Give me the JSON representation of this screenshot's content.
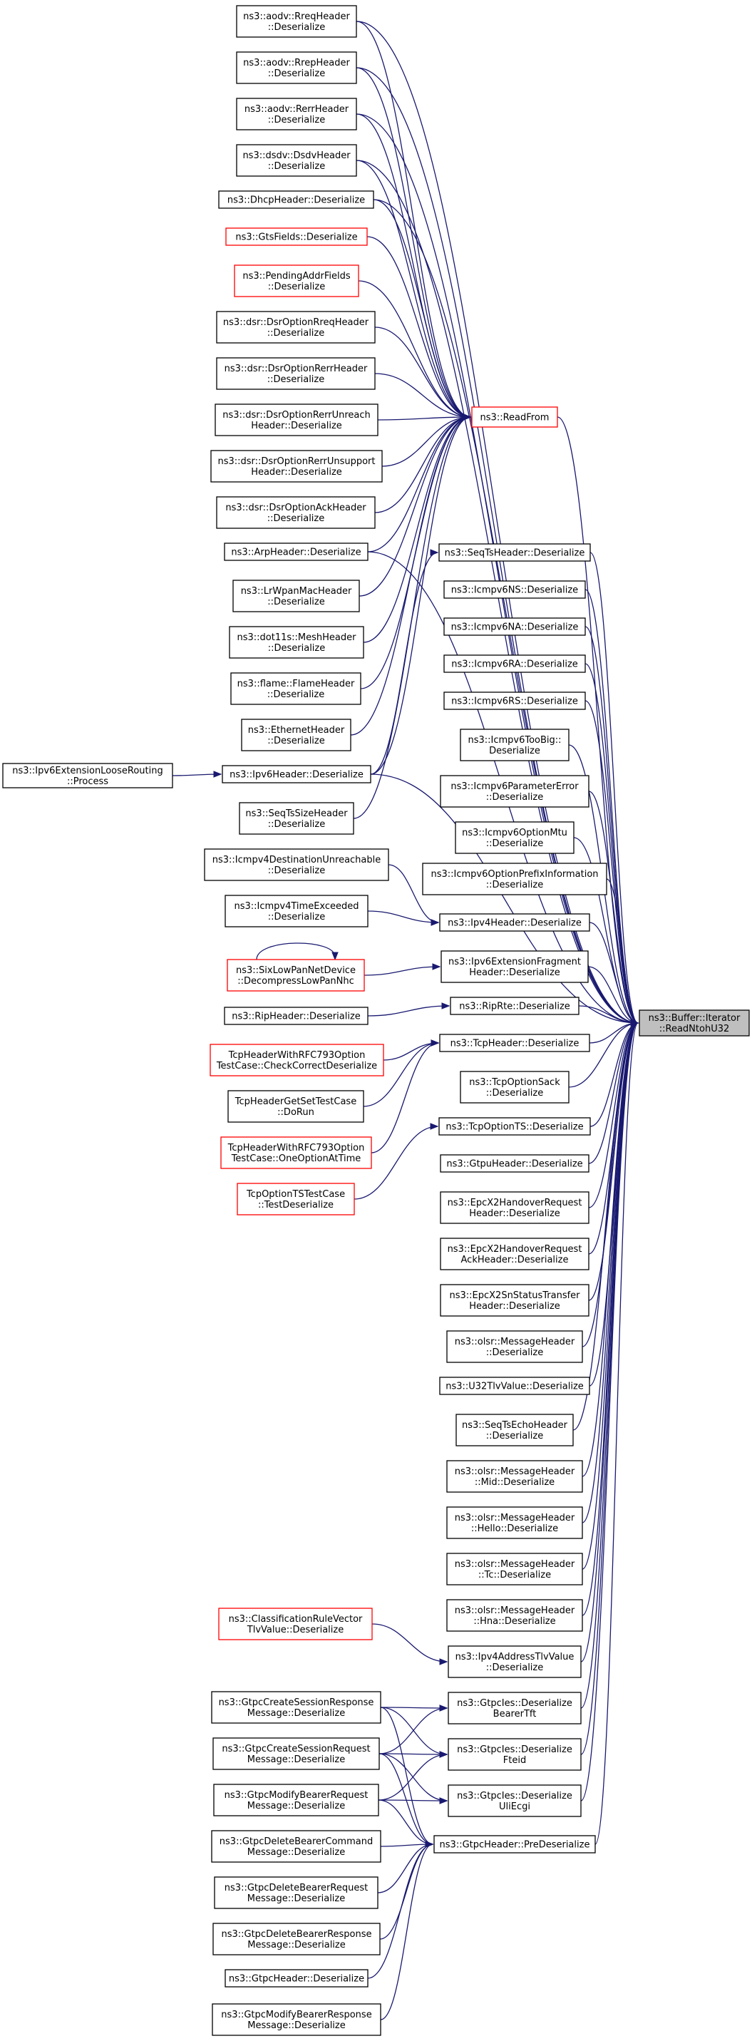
{
  "diagram": {
    "type": "call-graph",
    "colors": {
      "edge": "#191970",
      "normal_border": "#000000",
      "highlight_border": "#ff0000",
      "focus_fill": "#bfbfbf"
    },
    "nodes": [
      {
        "id": "n1",
        "lines": [
          "ns3::aodv::RreqHeader",
          "::Deserialize"
        ],
        "style": "normal"
      },
      {
        "id": "n2",
        "lines": [
          "ns3::aodv::RrepHeader",
          "::Deserialize"
        ],
        "style": "normal"
      },
      {
        "id": "n3",
        "lines": [
          "ns3::aodv::RerrHeader",
          "::Deserialize"
        ],
        "style": "normal"
      },
      {
        "id": "n4",
        "lines": [
          "ns3::dsdv::DsdvHeader",
          "::Deserialize"
        ],
        "style": "normal"
      },
      {
        "id": "n5",
        "lines": [
          "ns3::DhcpHeader::Deserialize"
        ],
        "style": "normal"
      },
      {
        "id": "n6",
        "lines": [
          "ns3::GtsFields::Deserialize"
        ],
        "style": "red"
      },
      {
        "id": "n7",
        "lines": [
          "ns3::PendingAddrFields",
          "::Deserialize"
        ],
        "style": "red"
      },
      {
        "id": "n8",
        "lines": [
          "ns3::dsr::DsrOptionRreqHeader",
          "::Deserialize"
        ],
        "style": "normal"
      },
      {
        "id": "n9",
        "lines": [
          "ns3::dsr::DsrOptionRerrHeader",
          "::Deserialize"
        ],
        "style": "normal"
      },
      {
        "id": "n10",
        "lines": [
          "ns3::dsr::DsrOptionRerrUnreach",
          "Header::Deserialize"
        ],
        "style": "normal"
      },
      {
        "id": "n11",
        "lines": [
          "ns3::dsr::DsrOptionRerrUnsupport",
          "Header::Deserialize"
        ],
        "style": "normal"
      },
      {
        "id": "n12",
        "lines": [
          "ns3::dsr::DsrOptionAckHeader",
          "::Deserialize"
        ],
        "style": "normal"
      },
      {
        "id": "n13",
        "lines": [
          "ns3::ArpHeader::Deserialize"
        ],
        "style": "normal"
      },
      {
        "id": "n14",
        "lines": [
          "ns3::LrWpanMacHeader",
          "::Deserialize"
        ],
        "style": "normal"
      },
      {
        "id": "n15",
        "lines": [
          "ns3::dot11s::MeshHeader",
          "::Deserialize"
        ],
        "style": "normal"
      },
      {
        "id": "n16",
        "lines": [
          "ns3::flame::FlameHeader",
          "::Deserialize"
        ],
        "style": "normal"
      },
      {
        "id": "n17",
        "lines": [
          "ns3::EthernetHeader",
          "::Deserialize"
        ],
        "style": "normal"
      },
      {
        "id": "n18",
        "lines": [
          "ns3::Ipv6ExtensionLooseRouting",
          "::Process"
        ],
        "style": "normal"
      },
      {
        "id": "n19",
        "lines": [
          "ns3::Ipv6Header::Deserialize"
        ],
        "style": "normal"
      },
      {
        "id": "n20",
        "lines": [
          "ns3::SeqTsSizeHeader",
          "::Deserialize"
        ],
        "style": "normal"
      },
      {
        "id": "n21",
        "lines": [
          "ns3::Icmpv4DestinationUnreachable",
          "::Deserialize"
        ],
        "style": "normal"
      },
      {
        "id": "n22",
        "lines": [
          "ns3::Icmpv4TimeExceeded",
          "::Deserialize"
        ],
        "style": "normal"
      },
      {
        "id": "n23",
        "lines": [
          "ns3::SixLowPanNetDevice",
          "::DecompressLowPanNhc"
        ],
        "style": "red"
      },
      {
        "id": "n24",
        "lines": [
          "ns3::RipHeader::Deserialize"
        ],
        "style": "normal"
      },
      {
        "id": "n25",
        "lines": [
          "TcpHeaderWithRFC793Option",
          "TestCase::CheckCorrectDeserialize"
        ],
        "style": "red"
      },
      {
        "id": "n26",
        "lines": [
          "TcpHeaderGetSetTestCase",
          "::DoRun"
        ],
        "style": "normal"
      },
      {
        "id": "n27",
        "lines": [
          "TcpHeaderWithRFC793Option",
          "TestCase::OneOptionAtTime"
        ],
        "style": "red"
      },
      {
        "id": "n28",
        "lines": [
          "TcpOptionTSTestCase",
          "::TestDeserialize"
        ],
        "style": "red"
      },
      {
        "id": "n29",
        "lines": [
          "ns3::ClassificationRuleVector",
          "TlvValue::Deserialize"
        ],
        "style": "red"
      },
      {
        "id": "n30",
        "lines": [
          "ns3::GtpcCreateSessionResponse",
          "Message::Deserialize"
        ],
        "style": "normal"
      },
      {
        "id": "n31",
        "lines": [
          "ns3::GtpcCreateSessionRequest",
          "Message::Deserialize"
        ],
        "style": "normal"
      },
      {
        "id": "n32",
        "lines": [
          "ns3::GtpcModifyBearerRequest",
          "Message::Deserialize"
        ],
        "style": "normal"
      },
      {
        "id": "n33",
        "lines": [
          "ns3::GtpcDeleteBearerCommand",
          "Message::Deserialize"
        ],
        "style": "normal"
      },
      {
        "id": "n34",
        "lines": [
          "ns3::GtpcDeleteBearerRequest",
          "Message::Deserialize"
        ],
        "style": "normal"
      },
      {
        "id": "n35",
        "lines": [
          "ns3::GtpcDeleteBearerResponse",
          "Message::Deserialize"
        ],
        "style": "normal"
      },
      {
        "id": "n36",
        "lines": [
          "ns3::GtpcHeader::Deserialize"
        ],
        "style": "normal"
      },
      {
        "id": "n37",
        "lines": [
          "ns3::GtpcModifyBearerResponse",
          "Message::Deserialize"
        ],
        "style": "normal"
      },
      {
        "id": "m1",
        "lines": [
          "ns3::ReadFrom"
        ],
        "style": "red"
      },
      {
        "id": "m2",
        "lines": [
          "ns3::SeqTsHeader::Deserialize"
        ],
        "style": "normal"
      },
      {
        "id": "m3",
        "lines": [
          "ns3::Icmpv6NS::Deserialize"
        ],
        "style": "normal"
      },
      {
        "id": "m4",
        "lines": [
          "ns3::Icmpv6NA::Deserialize"
        ],
        "style": "normal"
      },
      {
        "id": "m5",
        "lines": [
          "ns3::Icmpv6RA::Deserialize"
        ],
        "style": "normal"
      },
      {
        "id": "m6",
        "lines": [
          "ns3::Icmpv6RS::Deserialize"
        ],
        "style": "normal"
      },
      {
        "id": "m7",
        "lines": [
          "ns3::Icmpv6TooBig::",
          "Deserialize"
        ],
        "style": "normal"
      },
      {
        "id": "m8",
        "lines": [
          "ns3::Icmpv6ParameterError",
          "::Deserialize"
        ],
        "style": "normal"
      },
      {
        "id": "m9",
        "lines": [
          "ns3::Icmpv6OptionMtu",
          "::Deserialize"
        ],
        "style": "normal"
      },
      {
        "id": "m10",
        "lines": [
          "ns3::Icmpv6OptionPrefixInformation",
          "::Deserialize"
        ],
        "style": "normal"
      },
      {
        "id": "m11",
        "lines": [
          "ns3::Ipv4Header::Deserialize"
        ],
        "style": "normal"
      },
      {
        "id": "m12",
        "lines": [
          "ns3::Ipv6ExtensionFragment",
          "Header::Deserialize"
        ],
        "style": "normal"
      },
      {
        "id": "m13",
        "lines": [
          "ns3::RipRte::Deserialize"
        ],
        "style": "normal"
      },
      {
        "id": "m14",
        "lines": [
          "ns3::TcpHeader::Deserialize"
        ],
        "style": "normal"
      },
      {
        "id": "m15",
        "lines": [
          "ns3::TcpOptionSack",
          "::Deserialize"
        ],
        "style": "normal"
      },
      {
        "id": "m16",
        "lines": [
          "ns3::TcpOptionTS::Deserialize"
        ],
        "style": "normal"
      },
      {
        "id": "m17",
        "lines": [
          "ns3::GtpuHeader::Deserialize"
        ],
        "style": "normal"
      },
      {
        "id": "m18",
        "lines": [
          "ns3::EpcX2HandoverRequest",
          "Header::Deserialize"
        ],
        "style": "normal"
      },
      {
        "id": "m19",
        "lines": [
          "ns3::EpcX2HandoverRequest",
          "AckHeader::Deserialize"
        ],
        "style": "normal"
      },
      {
        "id": "m20",
        "lines": [
          "ns3::EpcX2SnStatusTransfer",
          "Header::Deserialize"
        ],
        "style": "normal"
      },
      {
        "id": "m21",
        "lines": [
          "ns3::olsr::MessageHeader",
          "::Deserialize"
        ],
        "style": "normal"
      },
      {
        "id": "m22",
        "lines": [
          "ns3::U32TlvValue::Deserialize"
        ],
        "style": "normal"
      },
      {
        "id": "m23",
        "lines": [
          "ns3::SeqTsEchoHeader",
          "::Deserialize"
        ],
        "style": "normal"
      },
      {
        "id": "m24",
        "lines": [
          "ns3::olsr::MessageHeader",
          "::Mid::Deserialize"
        ],
        "style": "normal"
      },
      {
        "id": "m25",
        "lines": [
          "ns3::olsr::MessageHeader",
          "::Hello::Deserialize"
        ],
        "style": "normal"
      },
      {
        "id": "m26",
        "lines": [
          "ns3::olsr::MessageHeader",
          "::Tc::Deserialize"
        ],
        "style": "normal"
      },
      {
        "id": "m27",
        "lines": [
          "ns3::olsr::MessageHeader",
          "::Hna::Deserialize"
        ],
        "style": "normal"
      },
      {
        "id": "m28",
        "lines": [
          "ns3::Ipv4AddressTlvValue",
          "::Deserialize"
        ],
        "style": "normal"
      },
      {
        "id": "m29",
        "lines": [
          "ns3::GtpcIes::Deserialize",
          "BearerTft"
        ],
        "style": "normal"
      },
      {
        "id": "m30",
        "lines": [
          "ns3::GtpcIes::Deserialize",
          "Fteid"
        ],
        "style": "normal"
      },
      {
        "id": "m31",
        "lines": [
          "ns3::GtpcIes::Deserialize",
          "UliEcgi"
        ],
        "style": "normal"
      },
      {
        "id": "m32",
        "lines": [
          "ns3::GtpcHeader::PreDeserialize"
        ],
        "style": "normal"
      },
      {
        "id": "target",
        "lines": [
          "ns3::Buffer::Iterator",
          "::ReadNtohU32"
        ],
        "style": "focus"
      }
    ],
    "edges": [
      [
        "n1",
        "m1"
      ],
      [
        "n2",
        "m1"
      ],
      [
        "n3",
        "m1"
      ],
      [
        "n4",
        "m1"
      ],
      [
        "n5",
        "m1"
      ],
      [
        "n6",
        "m1"
      ],
      [
        "n7",
        "m1"
      ],
      [
        "n8",
        "m1"
      ],
      [
        "n9",
        "m1"
      ],
      [
        "n10",
        "m1"
      ],
      [
        "n11",
        "m1"
      ],
      [
        "n12",
        "m1"
      ],
      [
        "n13",
        "m1"
      ],
      [
        "n14",
        "m1"
      ],
      [
        "n15",
        "m1"
      ],
      [
        "n16",
        "m1"
      ],
      [
        "n17",
        "m1"
      ],
      [
        "n19",
        "m1"
      ],
      [
        "n20",
        "m1"
      ],
      [
        "n18",
        "n19"
      ],
      [
        "n19",
        "m2"
      ],
      [
        "n21",
        "m11"
      ],
      [
        "n22",
        "m11"
      ],
      [
        "n23",
        "n23"
      ],
      [
        "n23",
        "m12"
      ],
      [
        "n24",
        "m13"
      ],
      [
        "n25",
        "m14"
      ],
      [
        "n26",
        "m14"
      ],
      [
        "n27",
        "m14"
      ],
      [
        "n28",
        "m16"
      ],
      [
        "n29",
        "m28"
      ],
      [
        "n30",
        "m29"
      ],
      [
        "n30",
        "m30"
      ],
      [
        "n30",
        "m32"
      ],
      [
        "n31",
        "m29"
      ],
      [
        "n31",
        "m30"
      ],
      [
        "n31",
        "m31"
      ],
      [
        "n31",
        "m32"
      ],
      [
        "n32",
        "m30"
      ],
      [
        "n32",
        "m31"
      ],
      [
        "n32",
        "m32"
      ],
      [
        "n33",
        "m32"
      ],
      [
        "n34",
        "m32"
      ],
      [
        "n35",
        "m32"
      ],
      [
        "n36",
        "m32"
      ],
      [
        "n37",
        "m32"
      ],
      [
        "n1",
        "target"
      ],
      [
        "n2",
        "target"
      ],
      [
        "n3",
        "target"
      ],
      [
        "n4",
        "target"
      ],
      [
        "n5",
        "target"
      ],
      [
        "m1",
        "target"
      ],
      [
        "m2",
        "target"
      ],
      [
        "m3",
        "target"
      ],
      [
        "m4",
        "target"
      ],
      [
        "m5",
        "target"
      ],
      [
        "m6",
        "target"
      ],
      [
        "m7",
        "target"
      ],
      [
        "m8",
        "target"
      ],
      [
        "m9",
        "target"
      ],
      [
        "m10",
        "target"
      ],
      [
        "m11",
        "target"
      ],
      [
        "m12",
        "target"
      ],
      [
        "m13",
        "target"
      ],
      [
        "m14",
        "target"
      ],
      [
        "m15",
        "target"
      ],
      [
        "m16",
        "target"
      ],
      [
        "m17",
        "target"
      ],
      [
        "m18",
        "target"
      ],
      [
        "m19",
        "target"
      ],
      [
        "m20",
        "target"
      ],
      [
        "m21",
        "target"
      ],
      [
        "m22",
        "target"
      ],
      [
        "m23",
        "target"
      ],
      [
        "m24",
        "target"
      ],
      [
        "m25",
        "target"
      ],
      [
        "m26",
        "target"
      ],
      [
        "m27",
        "target"
      ],
      [
        "m28",
        "target"
      ],
      [
        "m29",
        "target"
      ],
      [
        "m30",
        "target"
      ],
      [
        "m31",
        "target"
      ],
      [
        "m32",
        "target"
      ],
      [
        "n13",
        "target"
      ],
      [
        "n19",
        "target"
      ]
    ]
  }
}
